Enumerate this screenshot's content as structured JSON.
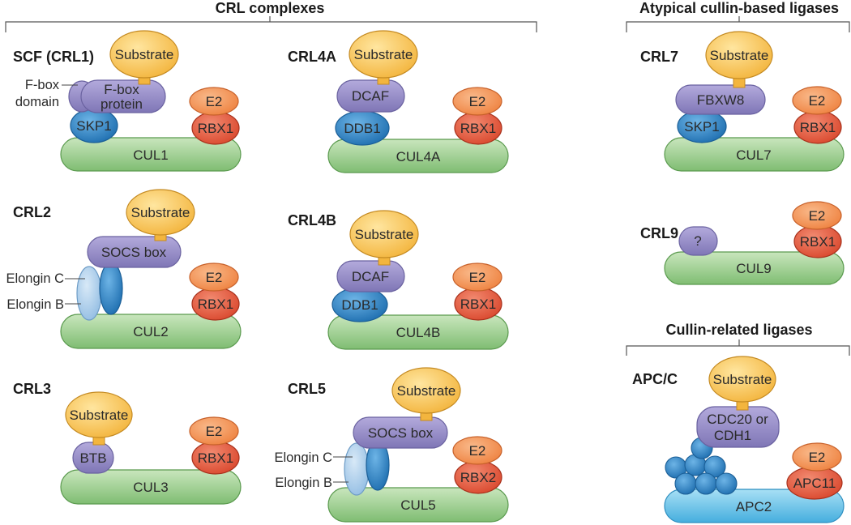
{
  "sections": {
    "crl": "CRL complexes",
    "atypical": "Atypical cullin-based ligases",
    "related": "Cullin-related ligases"
  },
  "complexes": {
    "scf": {
      "title": "SCF (CRL1)",
      "substrate": "Substrate",
      "fbox_protein_1": "F-box",
      "fbox_protein_2": "protein",
      "fbox_domain_1": "F-box",
      "fbox_domain_2": "domain",
      "adaptor": "SKP1",
      "e2": "E2",
      "rbx": "RBX1",
      "cullin": "CUL1"
    },
    "crl2": {
      "title": "CRL2",
      "substrate": "Substrate",
      "socs": "SOCS box",
      "elongin_c": "Elongin C",
      "elongin_b": "Elongin B",
      "e2": "E2",
      "rbx": "RBX1",
      "cullin": "CUL2"
    },
    "crl3": {
      "title": "CRL3",
      "substrate": "Substrate",
      "adaptor": "BTB",
      "e2": "E2",
      "rbx": "RBX1",
      "cullin": "CUL3"
    },
    "crl4a": {
      "title": "CRL4A",
      "substrate": "Substrate",
      "receptor": "DCAF",
      "adaptor": "DDB1",
      "e2": "E2",
      "rbx": "RBX1",
      "cullin": "CUL4A"
    },
    "crl4b": {
      "title": "CRL4B",
      "substrate": "Substrate",
      "receptor": "DCAF",
      "adaptor": "DDB1",
      "e2": "E2",
      "rbx": "RBX1",
      "cullin": "CUL4B"
    },
    "crl5": {
      "title": "CRL5",
      "substrate": "Substrate",
      "socs": "SOCS box",
      "elongin_c": "Elongin C",
      "elongin_b": "Elongin B",
      "e2": "E2",
      "rbx": "RBX2",
      "cullin": "CUL5"
    },
    "crl7": {
      "title": "CRL7",
      "substrate": "Substrate",
      "receptor": "FBXW8",
      "adaptor": "SKP1",
      "e2": "E2",
      "rbx": "RBX1",
      "cullin": "CUL7"
    },
    "crl9": {
      "title": "CRL9",
      "unknown": "?",
      "e2": "E2",
      "rbx": "RBX1",
      "cullin": "CUL9"
    },
    "apcc": {
      "title": "APC/C",
      "substrate": "Substrate",
      "receptor_1": "CDC20 or",
      "receptor_2": "CDH1",
      "e2": "E2",
      "rbx": "APC11",
      "cullin": "APC2"
    }
  },
  "colors": {
    "substrate": "#f7c55a",
    "purple": "#8f86c2",
    "blue": "#2f86c6",
    "light_blue": "#a9cdeb",
    "e2": "#f08b4e",
    "rbx": "#e0553a",
    "cullin": "#95c98a",
    "apc2": "#62bfe6"
  }
}
